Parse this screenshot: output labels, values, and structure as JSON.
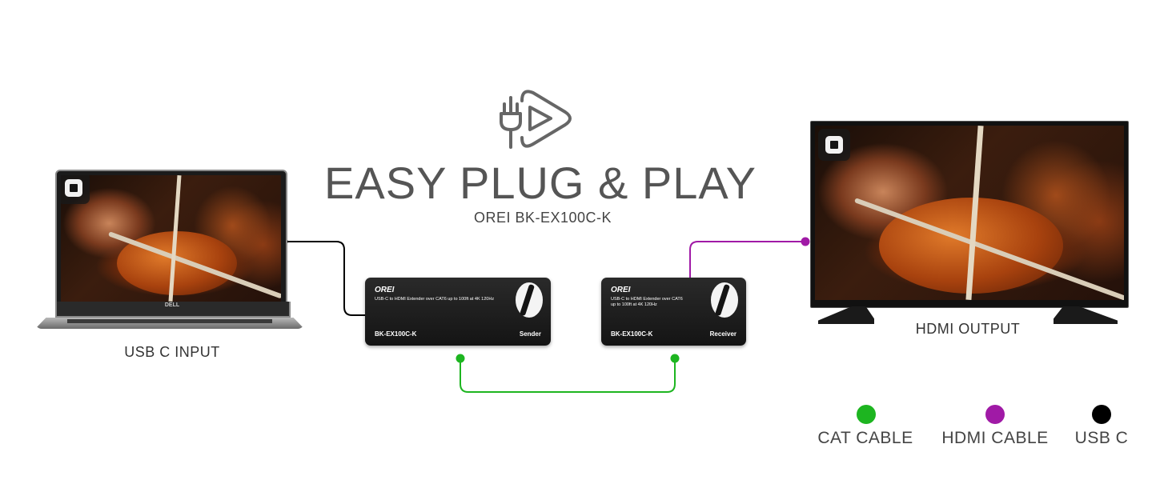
{
  "heading": {
    "title": "EASY PLUG & PLAY",
    "subtitle": "OREI BK-EX100C-K",
    "icon": "plug-play-icon"
  },
  "laptop": {
    "label": "USB C INPUT",
    "brand": "DELL",
    "badge_icon": "square-badge-icon"
  },
  "tv": {
    "label": "HDMI OUTPUT",
    "badge_icon": "square-badge-icon"
  },
  "sender": {
    "brand": "OREI",
    "description": "USB-C to HDMI Extender over CAT6 up to 100ft at 4K 120Hz",
    "model": "BK-EX100C-K",
    "role": "Sender"
  },
  "receiver": {
    "brand": "OREI",
    "description_line1": "USB-C to HDMI Extender over CAT6",
    "description_line2": "up to 100ft at 4K 120Hz",
    "model": "BK-EX100C-K",
    "role": "Receiver"
  },
  "legend": [
    {
      "label": "CAT CABLE",
      "color": "#1db520"
    },
    {
      "label": "HDMI CABLE",
      "color": "#a01aa6"
    },
    {
      "label": "USB C",
      "color": "#000000"
    }
  ],
  "colors": {
    "cat_cable": "#1db520",
    "hdmi_cable": "#a01aa6",
    "usb_c": "#000000",
    "text": "#555555"
  }
}
